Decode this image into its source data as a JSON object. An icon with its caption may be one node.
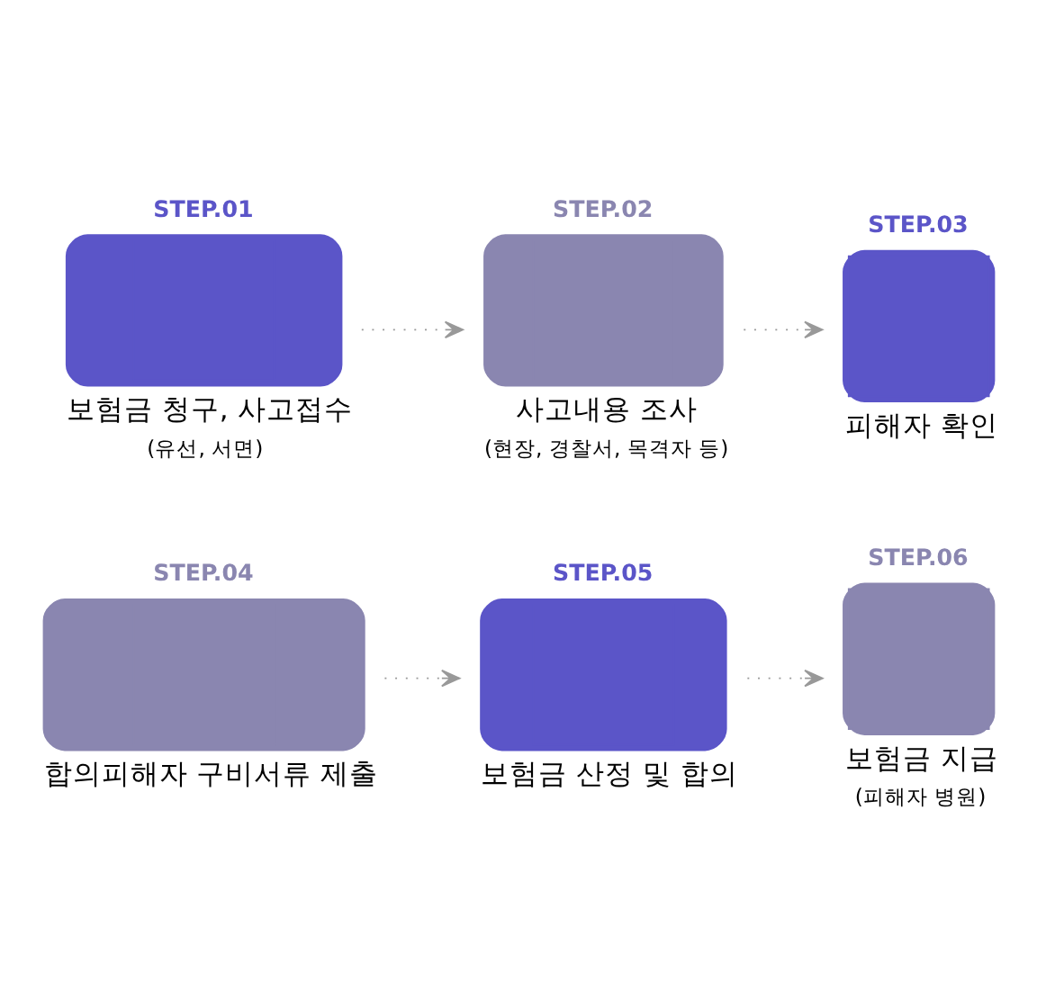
{
  "diagram": {
    "nodes": [
      {
        "text": [
          "STEP.01",
          "보험금 청구, 사고접수",
          "(유선, 서면)"
        ]
      },
      {
        "text": [
          "STEP.02",
          "사고내용 조사",
          "(현장, 경찰서, 목격자 등)"
        ]
      },
      {
        "text": [
          "STEP.03",
          "피해자 확인"
        ]
      },
      {
        "text": [
          "STEP.04",
          "합의피해자 구비서류 제출"
        ]
      },
      {
        "text": [
          "STEP.05",
          "보험금 산정 및 합의"
        ]
      },
      {
        "text": [
          "STEP.06",
          "보험금 지급",
          "(피해자 병원)"
        ]
      }
    ],
    "edges": [
      {
        "from": 0,
        "to": 1,
        "arrow": "to",
        "style": "dashed"
      },
      {
        "from": 1,
        "to": 2,
        "arrow": "to",
        "style": "dashed"
      },
      {
        "from": 3,
        "to": 4,
        "arrow": "to",
        "style": "dashed"
      },
      {
        "from": 4,
        "to": 5,
        "arrow": "to",
        "style": "dashed"
      }
    ]
  }
}
